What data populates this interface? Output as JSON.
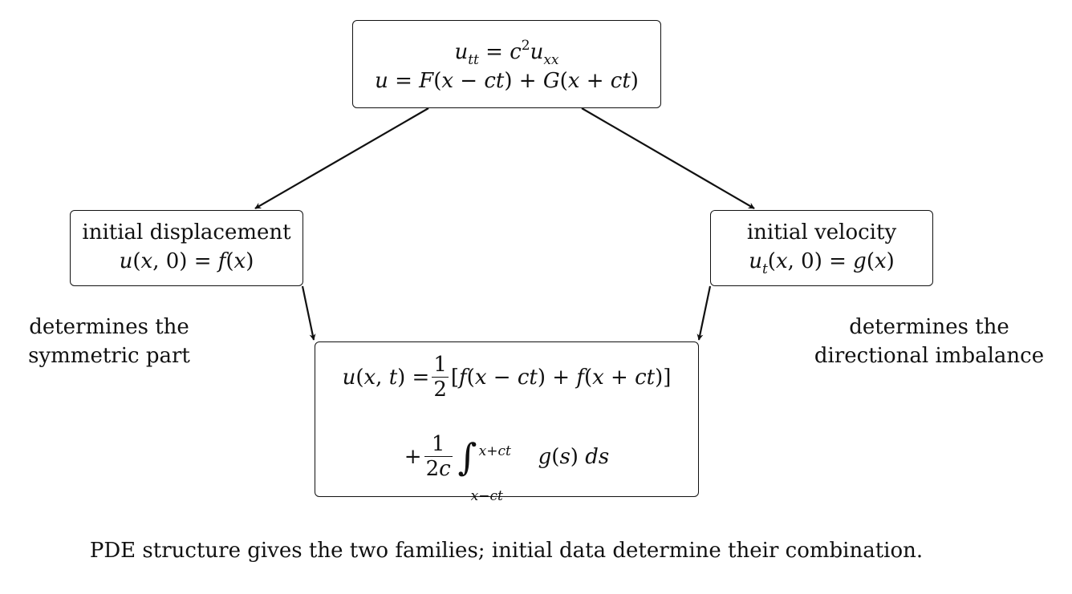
{
  "top_box": {
    "equation": "u_tt = c^2 u_xx",
    "solution": "u = F(x − ct) + G(x + ct)"
  },
  "left_box": {
    "title": "initial displacement",
    "condition": "u(x, 0) = f(x)"
  },
  "right_box": {
    "title": "initial velocity",
    "condition": "u_t(x, 0) = g(x)"
  },
  "bottom_box": {
    "formula_line1": "u(x, t) = 1/2 [f(x − ct) + f(x + ct)]",
    "formula_line2": "+ 1/(2c) ∫_{x−ct}^{x+ct} g(s) ds"
  },
  "notes": {
    "left_line1": "determines the",
    "left_line2": "symmetric part",
    "right_line1": "determines the",
    "right_line2": "directional imbalance"
  },
  "caption": "PDE structure gives the two families; initial data determine their combination."
}
